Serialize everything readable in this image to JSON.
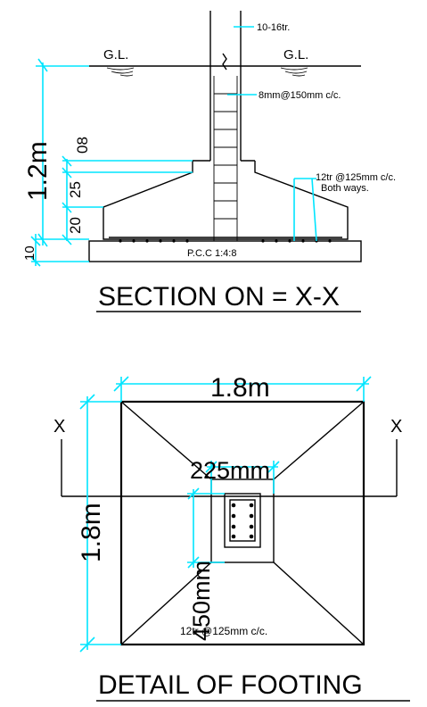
{
  "section": {
    "bar_label": "10-16tr.",
    "gl_left": "G.L.",
    "gl_right": "G.L.",
    "tie_label": "8mm@150mm c/c.",
    "dim_overall": "1.2m",
    "dim_08": "08",
    "dim_25": "25",
    "dim_20": "20",
    "dim_10": "10",
    "base_bar_label": "12tr @125mm c/c.",
    "base_bar_label2": "Both ways.",
    "pcc_label": "P.C.C  1:4:8",
    "title": "SECTION ON = X-X"
  },
  "plan": {
    "width_label": "1.8m",
    "height_label": "1.8m",
    "x_left": "X",
    "x_right": "X",
    "col_dim": "225mm",
    "col_dim2": "450mm",
    "bar_label": "12tr @125mm c/c.",
    "title": "DETAIL OF FOOTING"
  },
  "colors": {
    "dimension": "#00e5ff",
    "line": "#000000"
  }
}
